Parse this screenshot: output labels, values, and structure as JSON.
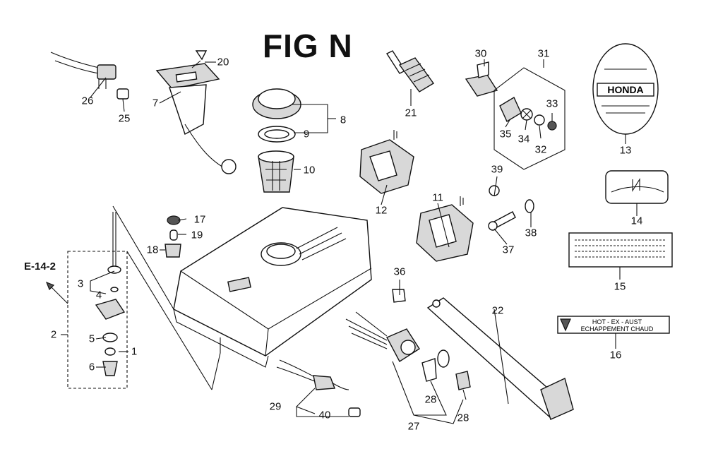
{
  "figure": {
    "title": "FIG N",
    "cross_reference": "E-14-2"
  },
  "callouts": [
    {
      "id": "n1",
      "label": "1"
    },
    {
      "id": "n2",
      "label": "2"
    },
    {
      "id": "n3",
      "label": "3"
    },
    {
      "id": "n4",
      "label": "4"
    },
    {
      "id": "n5",
      "label": "5"
    },
    {
      "id": "n6",
      "label": "6"
    },
    {
      "id": "n7",
      "label": "7"
    },
    {
      "id": "n8",
      "label": "8"
    },
    {
      "id": "n9",
      "label": "9"
    },
    {
      "id": "n10",
      "label": "10"
    },
    {
      "id": "n11",
      "label": "11"
    },
    {
      "id": "n12",
      "label": "12"
    },
    {
      "id": "n13",
      "label": "13"
    },
    {
      "id": "n14",
      "label": "14"
    },
    {
      "id": "n15",
      "label": "15"
    },
    {
      "id": "n16",
      "label": "16"
    },
    {
      "id": "n17",
      "label": "17"
    },
    {
      "id": "n18",
      "label": "18"
    },
    {
      "id": "n19",
      "label": "19"
    },
    {
      "id": "n20",
      "label": "20"
    },
    {
      "id": "n21",
      "label": "21"
    },
    {
      "id": "n22",
      "label": "22"
    },
    {
      "id": "n25",
      "label": "25"
    },
    {
      "id": "n26",
      "label": "26"
    },
    {
      "id": "n27",
      "label": "27"
    },
    {
      "id": "n28a",
      "label": "28"
    },
    {
      "id": "n28b",
      "label": "28"
    },
    {
      "id": "n29",
      "label": "29"
    },
    {
      "id": "n30",
      "label": "30"
    },
    {
      "id": "n31",
      "label": "31"
    },
    {
      "id": "n32",
      "label": "32"
    },
    {
      "id": "n33",
      "label": "33"
    },
    {
      "id": "n34",
      "label": "34"
    },
    {
      "id": "n35",
      "label": "35"
    },
    {
      "id": "n36",
      "label": "36"
    },
    {
      "id": "n37",
      "label": "37"
    },
    {
      "id": "n38",
      "label": "38"
    },
    {
      "id": "n39",
      "label": "39"
    },
    {
      "id": "n40",
      "label": "40"
    }
  ],
  "labels": {
    "emblem_brand": "HONDA",
    "emission_label_top": "HOT - EX - AUST",
    "emission_label_bottom": "ECHAPPEMENT  CHAUD"
  }
}
